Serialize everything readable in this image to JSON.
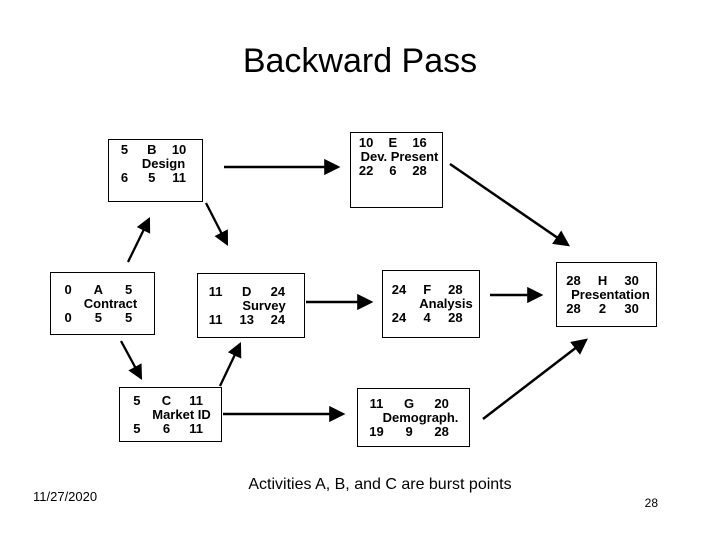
{
  "slide": {
    "title": "Backward Pass",
    "footer_note": "Activities A, B, and C are burst points",
    "date": "11/27/2020",
    "page_number": "28"
  },
  "nodes": [
    {
      "id": "B",
      "es": "5",
      "ef": "10",
      "name": "Design",
      "ls": "6",
      "dur": "5",
      "lf": "11"
    },
    {
      "id": "E",
      "es": "10",
      "ef": "16",
      "name": "Dev. Present",
      "ls": "22",
      "dur": "6",
      "lf": "28"
    },
    {
      "id": "A",
      "es": "0",
      "ef": "5",
      "name": "Contract",
      "ls": "0",
      "dur": "5",
      "lf": "5"
    },
    {
      "id": "D",
      "es": "11",
      "ef": "24",
      "name": "Survey",
      "ls": "11",
      "dur": "13",
      "lf": "24"
    },
    {
      "id": "F",
      "es": "24",
      "ef": "28",
      "name": "Analysis",
      "ls": "24",
      "dur": "4",
      "lf": "28"
    },
    {
      "id": "H",
      "es": "28",
      "ef": "30",
      "name": "Presentation",
      "ls": "28",
      "dur": "2",
      "lf": "30"
    },
    {
      "id": "C",
      "es": "5",
      "ef": "11",
      "name": "Market ID",
      "ls": "5",
      "dur": "6",
      "lf": "11"
    },
    {
      "id": "G",
      "es": "11",
      "ef": "20",
      "name": "Demograph.",
      "ls": "19",
      "dur": "9",
      "lf": "28"
    }
  ],
  "edges": [
    {
      "from": "A",
      "to": "B"
    },
    {
      "from": "A",
      "to": "C"
    },
    {
      "from": "B",
      "to": "E"
    },
    {
      "from": "B",
      "to": "D"
    },
    {
      "from": "C",
      "to": "D"
    },
    {
      "from": "C",
      "to": "G"
    },
    {
      "from": "D",
      "to": "F"
    },
    {
      "from": "E",
      "to": "H"
    },
    {
      "from": "F",
      "to": "H"
    },
    {
      "from": "G",
      "to": "H"
    }
  ],
  "colors": {
    "line": "#000000",
    "background": "#ffffff",
    "text": "#000000"
  }
}
